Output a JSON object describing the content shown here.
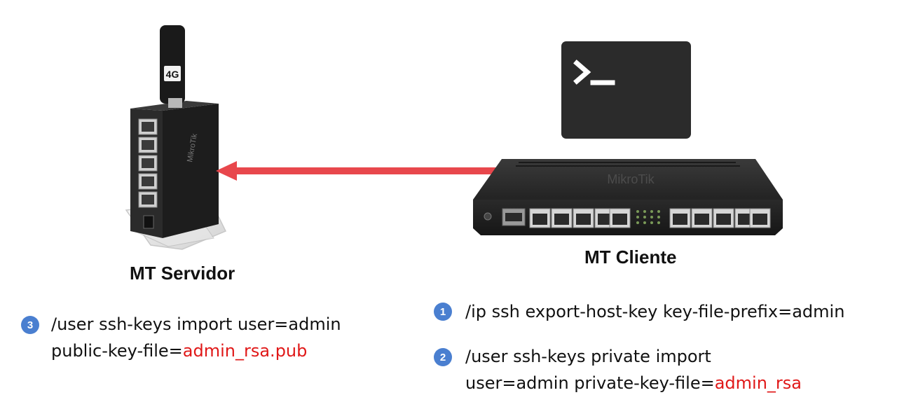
{
  "diagram": {
    "server": {
      "label": "MT Servidor",
      "modem_badge": "4G",
      "brand": "MikroTik"
    },
    "client": {
      "label": "MT Cliente",
      "brand": "MikroTik"
    },
    "terminal": {
      "icon": "terminal-prompt-icon"
    },
    "arrow": {
      "color": "#e8474c",
      "direction": "client-to-server"
    },
    "steps": [
      {
        "number": "1",
        "line1": "/ip ssh export-host-key key-file-prefix=admin"
      },
      {
        "number": "2",
        "line1": "/user ssh-keys private import",
        "line2_prefix": "user=admin private-key-file=",
        "line2_highlight": "admin_rsa"
      },
      {
        "number": "3",
        "line1": "/user ssh-keys import user=admin",
        "line2_prefix": "public-key-file=",
        "line2_highlight": "admin_rsa.pub"
      }
    ],
    "colors": {
      "badge": "#4a7fd0",
      "highlight": "#e01818",
      "terminal_bg": "#2b2b2b"
    }
  }
}
